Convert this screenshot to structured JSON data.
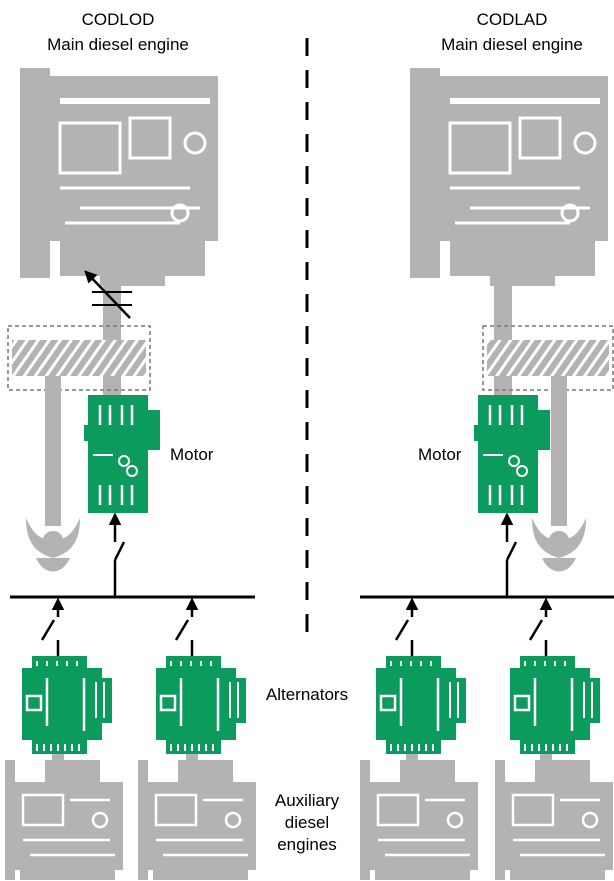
{
  "left": {
    "title": "CODLOD",
    "subtitle": "Main diesel engine",
    "motor_label": "Motor"
  },
  "right": {
    "title": "CODLAD",
    "subtitle": "Main diesel engine",
    "motor_label": "Motor"
  },
  "center": {
    "alternators_label": "Alternators",
    "aux_line1": "Auxiliary",
    "aux_line2": "diesel",
    "aux_line3": "engines"
  },
  "colors": {
    "machinery_gray": "#b3b3b3",
    "motor_green": "#0a9b5d",
    "line": "#000000"
  }
}
